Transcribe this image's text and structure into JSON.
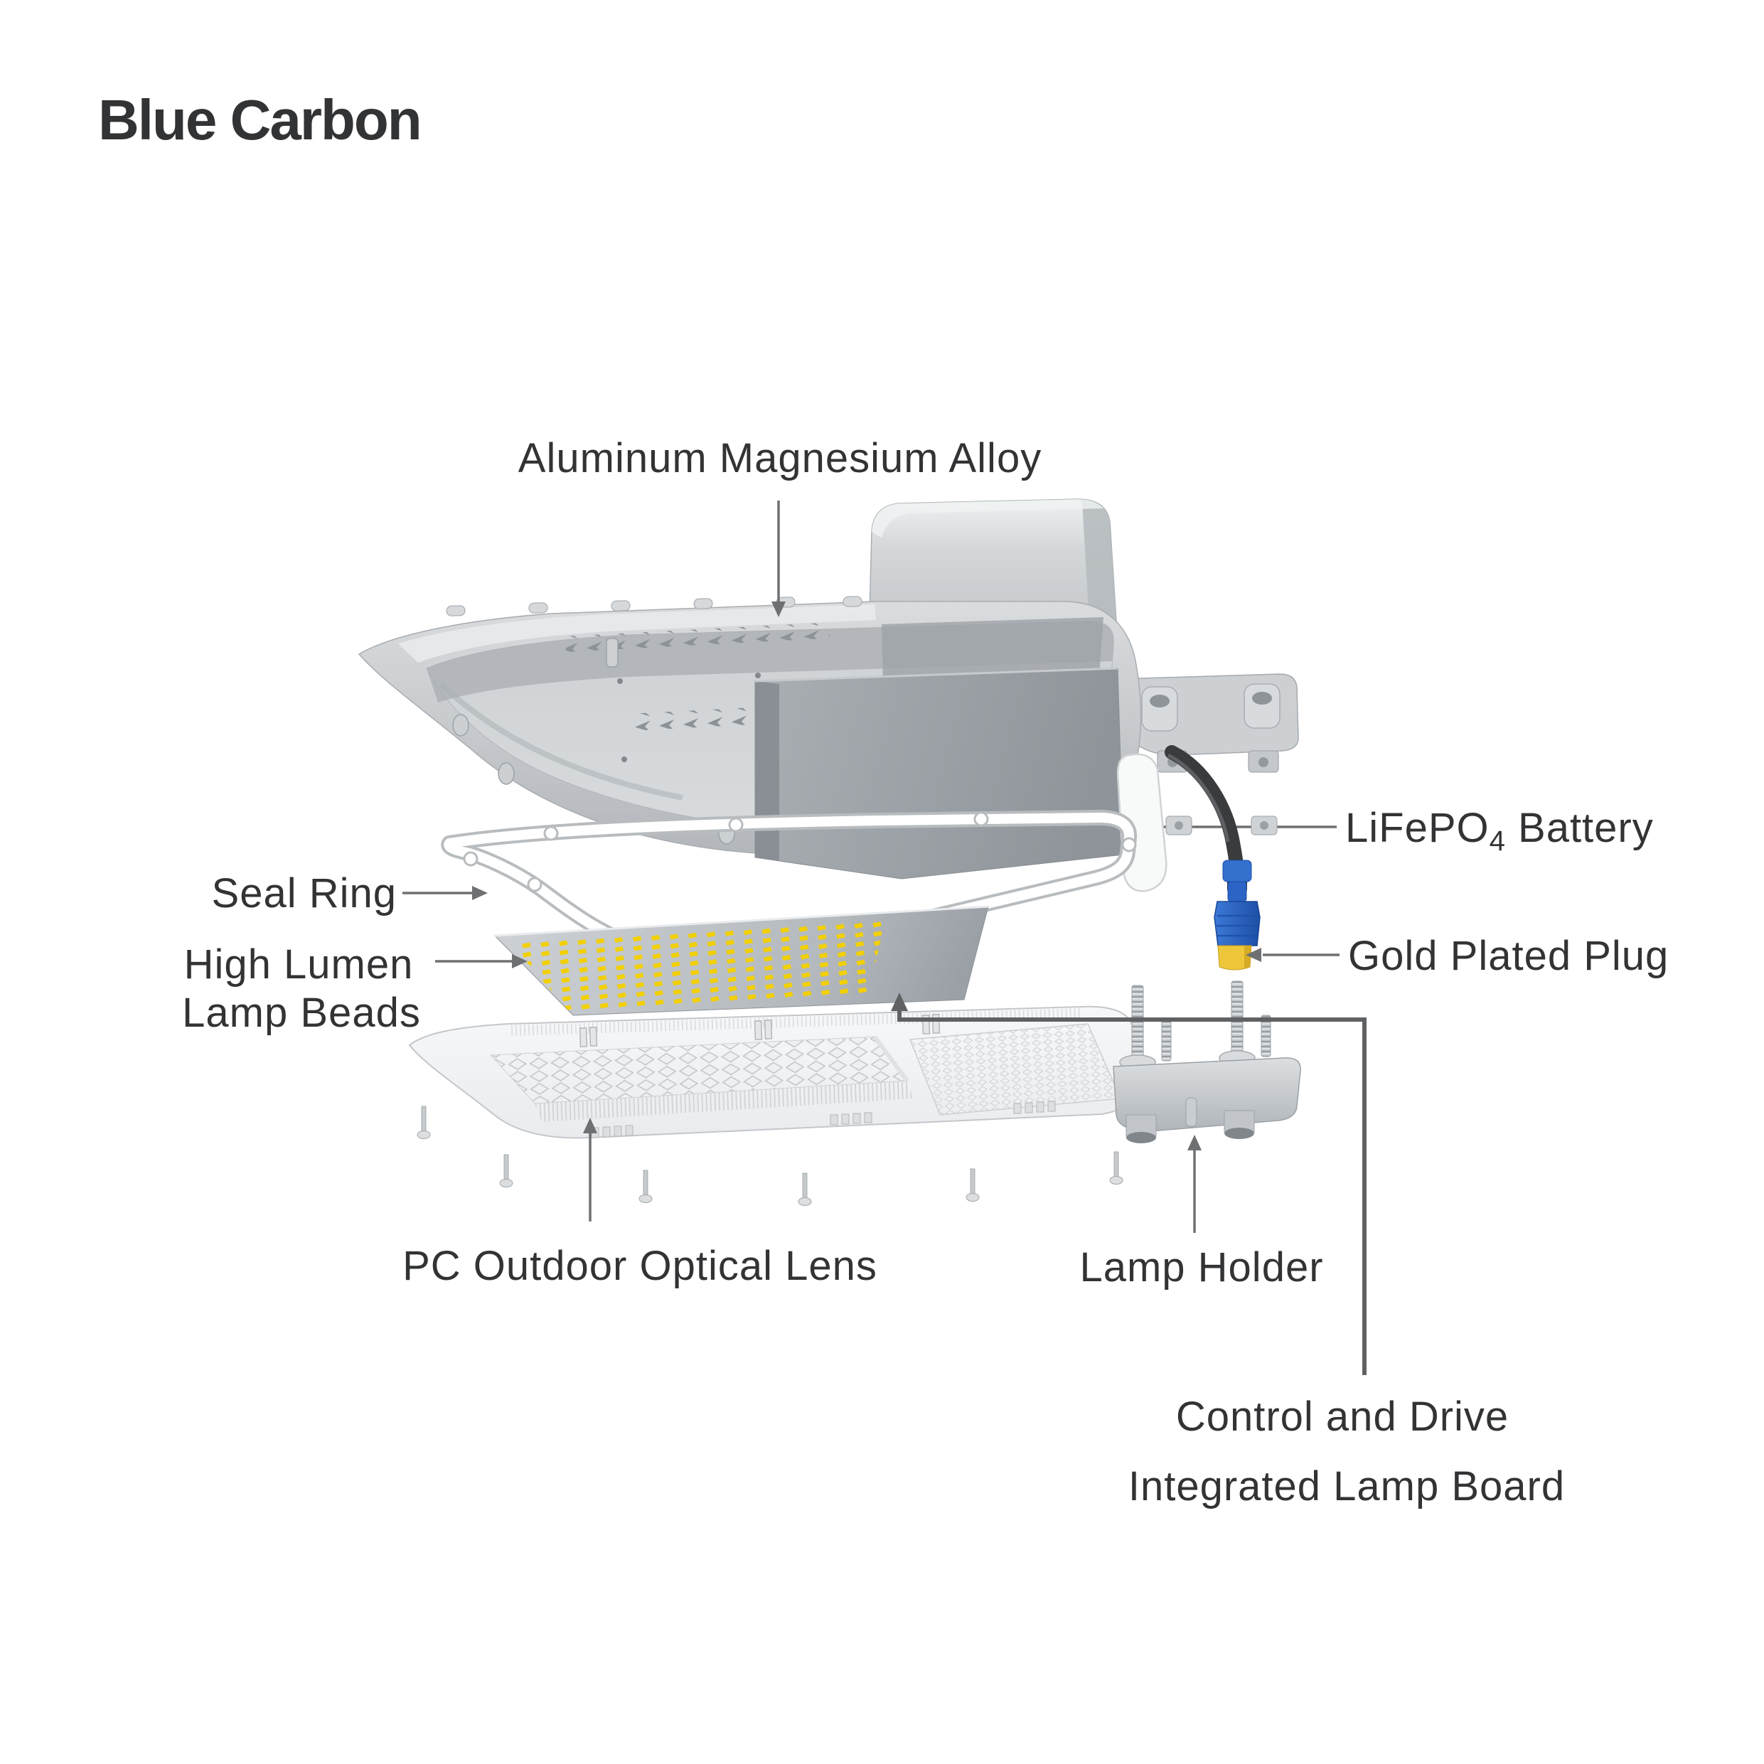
{
  "page": {
    "background": "#ffffff"
  },
  "logo": {
    "text": "Blue Carbon",
    "color": "#16418f"
  },
  "labels": {
    "aluminum_alloy": "Aluminum Magnesium Alloy",
    "seal_ring": "Seal Ring",
    "high_lumen_line1": "High Lumen",
    "high_lumen_line2": "Lamp Beads",
    "battery_prefix": "LiFePO",
    "battery_subscript": "4",
    "battery_suffix": " Battery",
    "gold_plug": "Gold Plated Plug",
    "pc_lens": "PC Outdoor Optical Lens",
    "lamp_holder": "Lamp Holder",
    "control_board_line1": "Control and Drive",
    "control_board_line2": "Integrated Lamp Board"
  },
  "colors": {
    "label_text": "#323335",
    "leader_gray": "#6e7072",
    "bead_yellow": "#f2d000",
    "plug_blue": "#2b64c4",
    "plug_gold": "#eec63a",
    "cable_black": "#3a3b3d",
    "metal_light": "#d6d9db",
    "metal_dark": "#9aa0a6"
  }
}
